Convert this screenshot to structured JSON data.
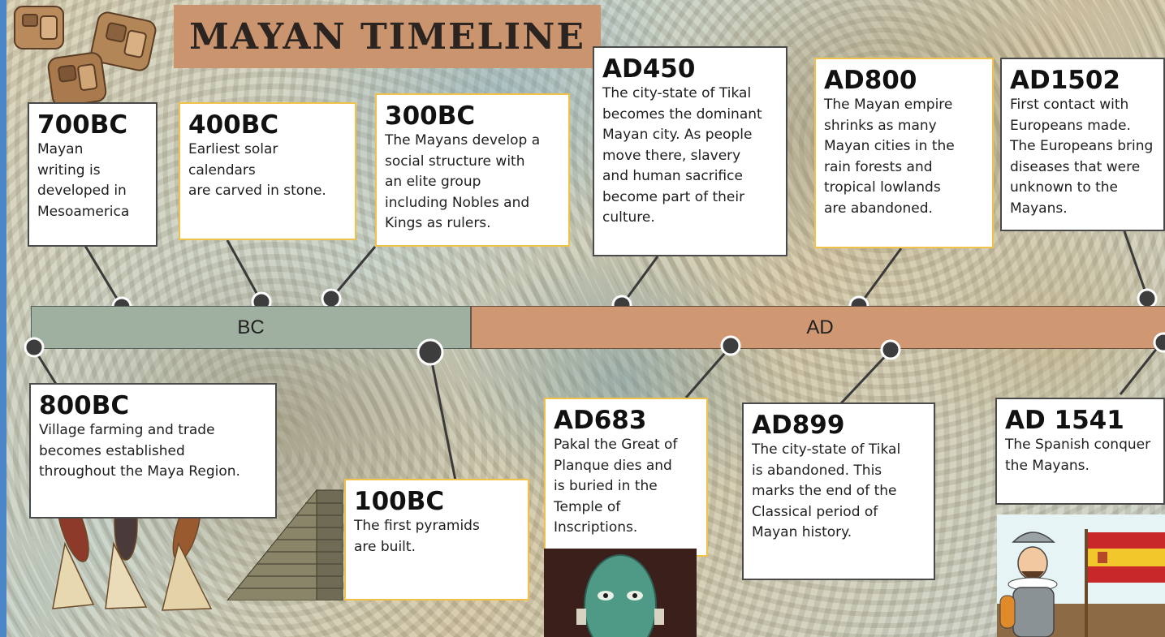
{
  "title": "MAYAN TIMELINE",
  "bars": {
    "bc_label": "BC",
    "ad_label": "AD"
  },
  "events": {
    "e700bc": {
      "year": "700BC",
      "text": "Mayan\nwriting is\ndeveloped in\nMesoamerica"
    },
    "e400bc": {
      "year": "400BC",
      "text": "Earliest solar\ncalendars\nare carved in stone."
    },
    "e300bc": {
      "year": "300BC",
      "text": "The Mayans develop a\nsocial structure with\nan elite group\nincluding Nobles and\nKings as rulers."
    },
    "e450ad": {
      "year": "AD450",
      "text": "The city-state of Tikal\nbecomes the dominant\nMayan city. As people\nmove there, slavery\nand human sacrifice\nbecome part of their\nculture."
    },
    "e800ad": {
      "year": "AD800",
      "text": "The Mayan empire\nshrinks as many\nMayan cities in the\nrain forests and\ntropical lowlands\nare abandoned."
    },
    "e1502ad": {
      "year": "AD1502",
      "text": "First contact with\nEuropeans made.\nThe Europeans bring\ndiseases that were\nunknown to the\nMayans."
    },
    "e800bc": {
      "year": "800BC",
      "text": "Village farming and trade\nbecomes established\nthroughout the Maya Region."
    },
    "e100bc": {
      "year": "100BC",
      "text": "The first pyramids\nare built."
    },
    "e683ad": {
      "year": "AD683",
      "text": "Pakal the Great of\nPlanque dies and\nis buried in the\nTemple of\nInscriptions."
    },
    "e899ad": {
      "year": "AD899",
      "text": "The city-state of Tikal\nis abandoned. This\nmarks the end of the\nClassical period of\nMayan history."
    },
    "e1541ad": {
      "year": "AD 1541",
      "text": "The Spanish conquer\nthe Mayans."
    }
  }
}
